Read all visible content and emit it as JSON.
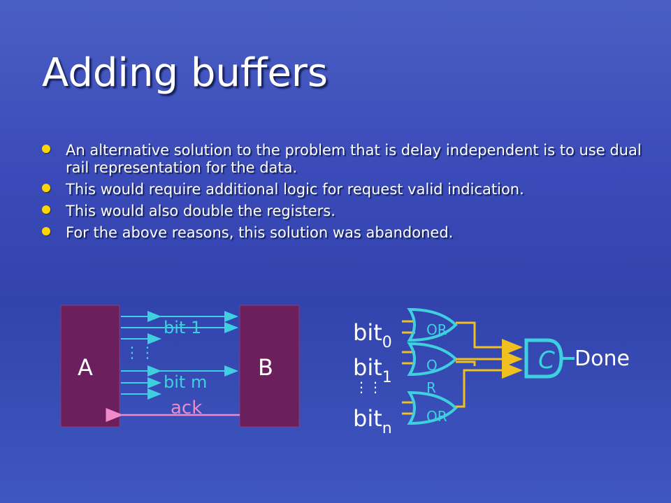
{
  "slide": {
    "title": "Adding buffers",
    "bullets": [
      "An alternative solution to the problem that is delay independent is to use dual rail representation for the data.",
      "This would require additional logic for request valid indication.",
      "This would also double the registers.",
      "For the above reasons, this solution was abandoned."
    ]
  },
  "left_diagram": {
    "block_a": "A",
    "block_b": "B",
    "bit_first": "bit 1",
    "bit_last": "bit m",
    "ack": "ack",
    "ellipsis": "⋮⋮"
  },
  "right_diagram": {
    "inputs": [
      {
        "base": "bit",
        "sub": "0"
      },
      {
        "base": "bit",
        "sub": "1"
      },
      {
        "base": "bit",
        "sub": "n"
      }
    ],
    "input_ellipsis": "⋮⋮",
    "gates": [
      "OR",
      "O",
      "R",
      "OR"
    ],
    "c_element": "C",
    "output": "Done"
  },
  "colors": {
    "block_fill": "#6b1f5c",
    "arrow": "#3fd0e0",
    "ack": "#f08ac8",
    "wire": "#f0c020",
    "gate_outline": "#3fd0e0",
    "bullet": "#ffd700"
  }
}
